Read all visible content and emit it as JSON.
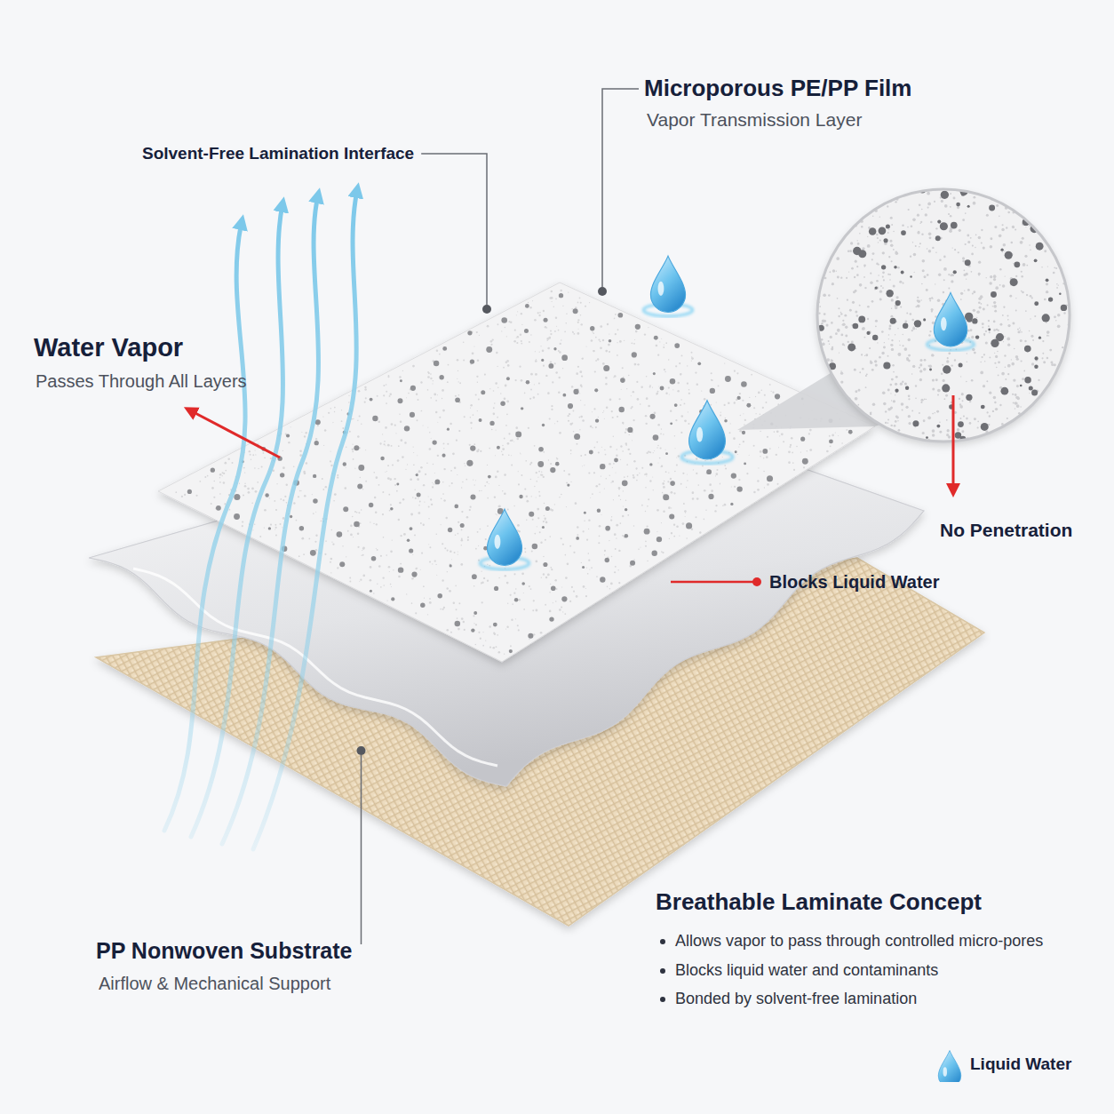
{
  "diagram": {
    "labels": [
      "Microporous PE/PP Film",
      "Vapor Transmission Layer",
      "Solvent-Free Lamination Interface",
      "Water Vapor",
      "Passes Through All Layers",
      "No Penetration",
      "Blocks Liquid Water",
      "PP Nonwoven Substrate",
      "Airflow & Mechanical Support",
      "Breathable Laminate Concept",
      "Allows vapor to pass through controlled micro-pores",
      "Blocks liquid water and contaminants",
      "Bonded by solvent-free lamination"
    ],
    "legend": [
      {
        "text": "Liquid Water"
      }
    ]
  }
}
